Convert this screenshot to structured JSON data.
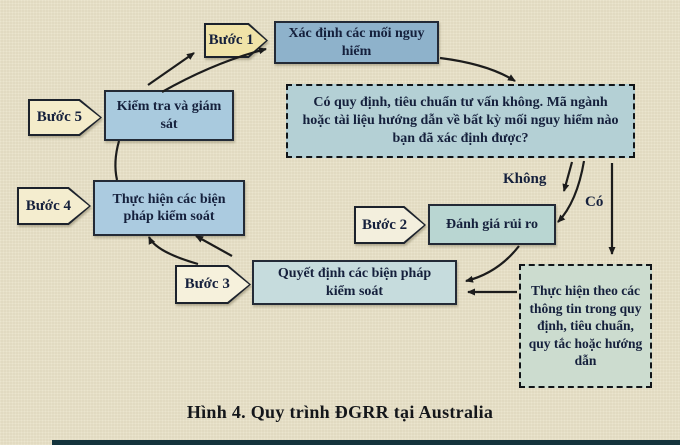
{
  "caption": "Hình 4. Quy trình ĐGRR tại Australia",
  "diagram": {
    "steps": [
      {
        "label": "Bước 1",
        "box_text": "Xác định các mối nguy hiểm"
      },
      {
        "label": "Bước 2",
        "box_text": "Đánh giá rủi ro"
      },
      {
        "label": "Bước 3",
        "box_text": "Quyết định các biện pháp kiểm soát"
      },
      {
        "label": "Bước 4",
        "box_text": "Thực hiện các biện pháp kiểm soát"
      },
      {
        "label": "Bước 5",
        "box_text": "Kiểm tra và giám sát"
      }
    ],
    "question_box": {
      "text": "Có quy định, tiêu chuẩn tư vấn không. Mã ngành hoặc tài liệu hướng dẫn về bất kỳ mối nguy hiểm nào bạn đã xác định được?"
    },
    "info_box": {
      "text": "Thực hiện theo các thông tin trong quy định, tiêu chuẩn, quy tắc hoặc hướng dẫn"
    },
    "edge_labels": {
      "no": "Không",
      "yes": "Có"
    }
  },
  "colors": {
    "background": "#e9e2c8",
    "step1_box": "#8eb2cb",
    "step2_box": "#b9d6d2",
    "step3_box": "#c6dcdd",
    "step4_box": "#abcbe0",
    "step5_box": "#a9cade",
    "question_box": "#b4d0d5",
    "info_box": "#ccdccf",
    "pent1": "#f0e3a8",
    "pent2": "#f3efdd",
    "pent3": "#f6f1dc",
    "pent4": "#f4edcf",
    "pent5": "#f4ecca",
    "arrow": "#1c1c1c"
  }
}
